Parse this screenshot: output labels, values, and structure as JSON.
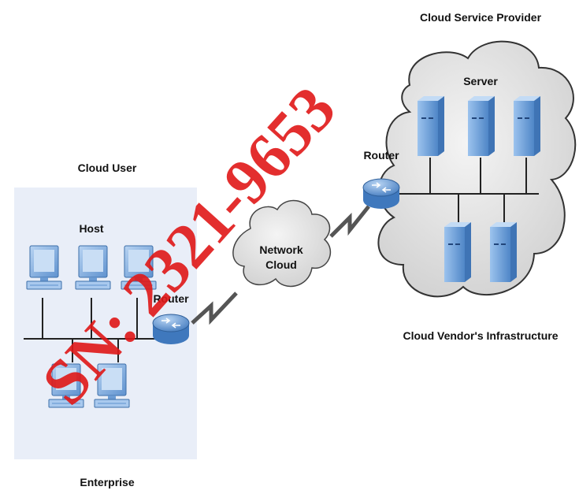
{
  "labels": {
    "cloud_user": "Cloud User",
    "host": "Host",
    "router_left": "Router",
    "enterprise": "Enterprise",
    "network_cloud_line1": "Network",
    "network_cloud_line2": "Cloud",
    "cloud_service_provider": "Cloud Service Provider",
    "server": "Server",
    "router_right": "Router",
    "cloud_vendor_infrastructure": "Cloud Vendor's Infrastructure"
  },
  "watermark": "SN: 2321-9653",
  "colors": {
    "enterprise_box": "#e9eef8",
    "device_blue": "#8fb8e6",
    "device_dark": "#4a7fc0",
    "router": "#5b8fd0",
    "cloud_fill": "#e4e4e4",
    "link": "#555555",
    "watermark": "#e01818"
  },
  "icons": [
    "computer-icon",
    "router-icon",
    "server-icon",
    "cloud-icon",
    "lightning-link-icon"
  ]
}
